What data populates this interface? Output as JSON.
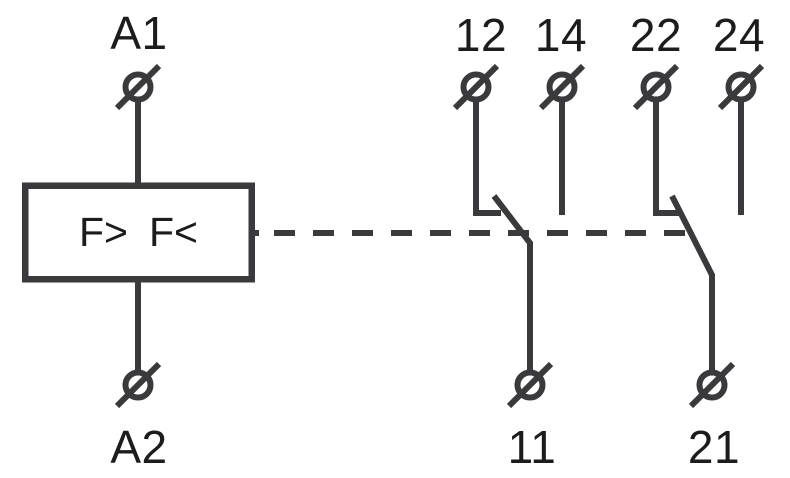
{
  "diagram": {
    "device": {
      "label_left": "F>",
      "label_right": "F<"
    },
    "terminals": {
      "a1": "A1",
      "a2": "A2",
      "t12": "12",
      "t14": "14",
      "t22": "22",
      "t24": "24",
      "t11": "11",
      "t21": "21"
    },
    "colors": {
      "line": "#3a3a3c",
      "text": "#1c1c1e",
      "background": "#ffffff"
    }
  }
}
